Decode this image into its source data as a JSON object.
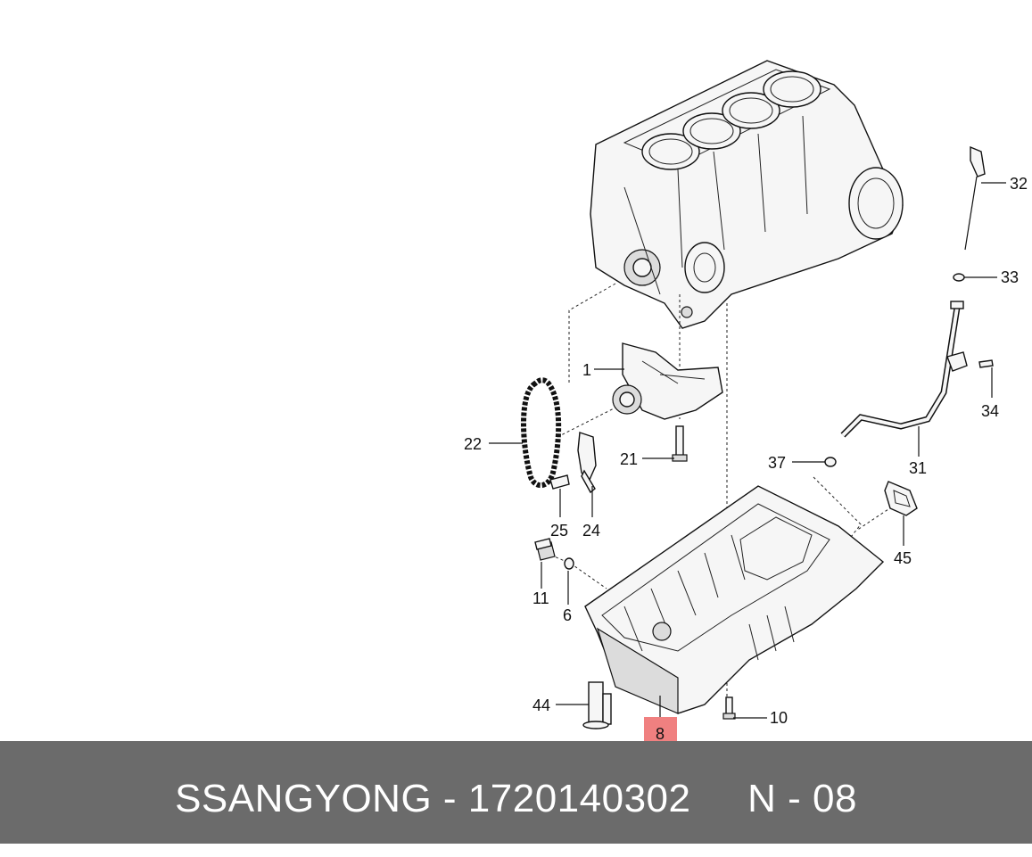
{
  "footer": {
    "text": "SSANGYONG - 1720140302     N - 08"
  },
  "highlight": {
    "color": "#f08080"
  },
  "callouts": {
    "c1": "1",
    "c6": "6",
    "c8": "8",
    "c10": "10",
    "c11": "11",
    "c21": "21",
    "c22": "22",
    "c24": "24",
    "c25": "25",
    "c31": "31",
    "c32": "32",
    "c33": "33",
    "c34": "34",
    "c37": "37",
    "c44": "44",
    "c45": "45"
  }
}
